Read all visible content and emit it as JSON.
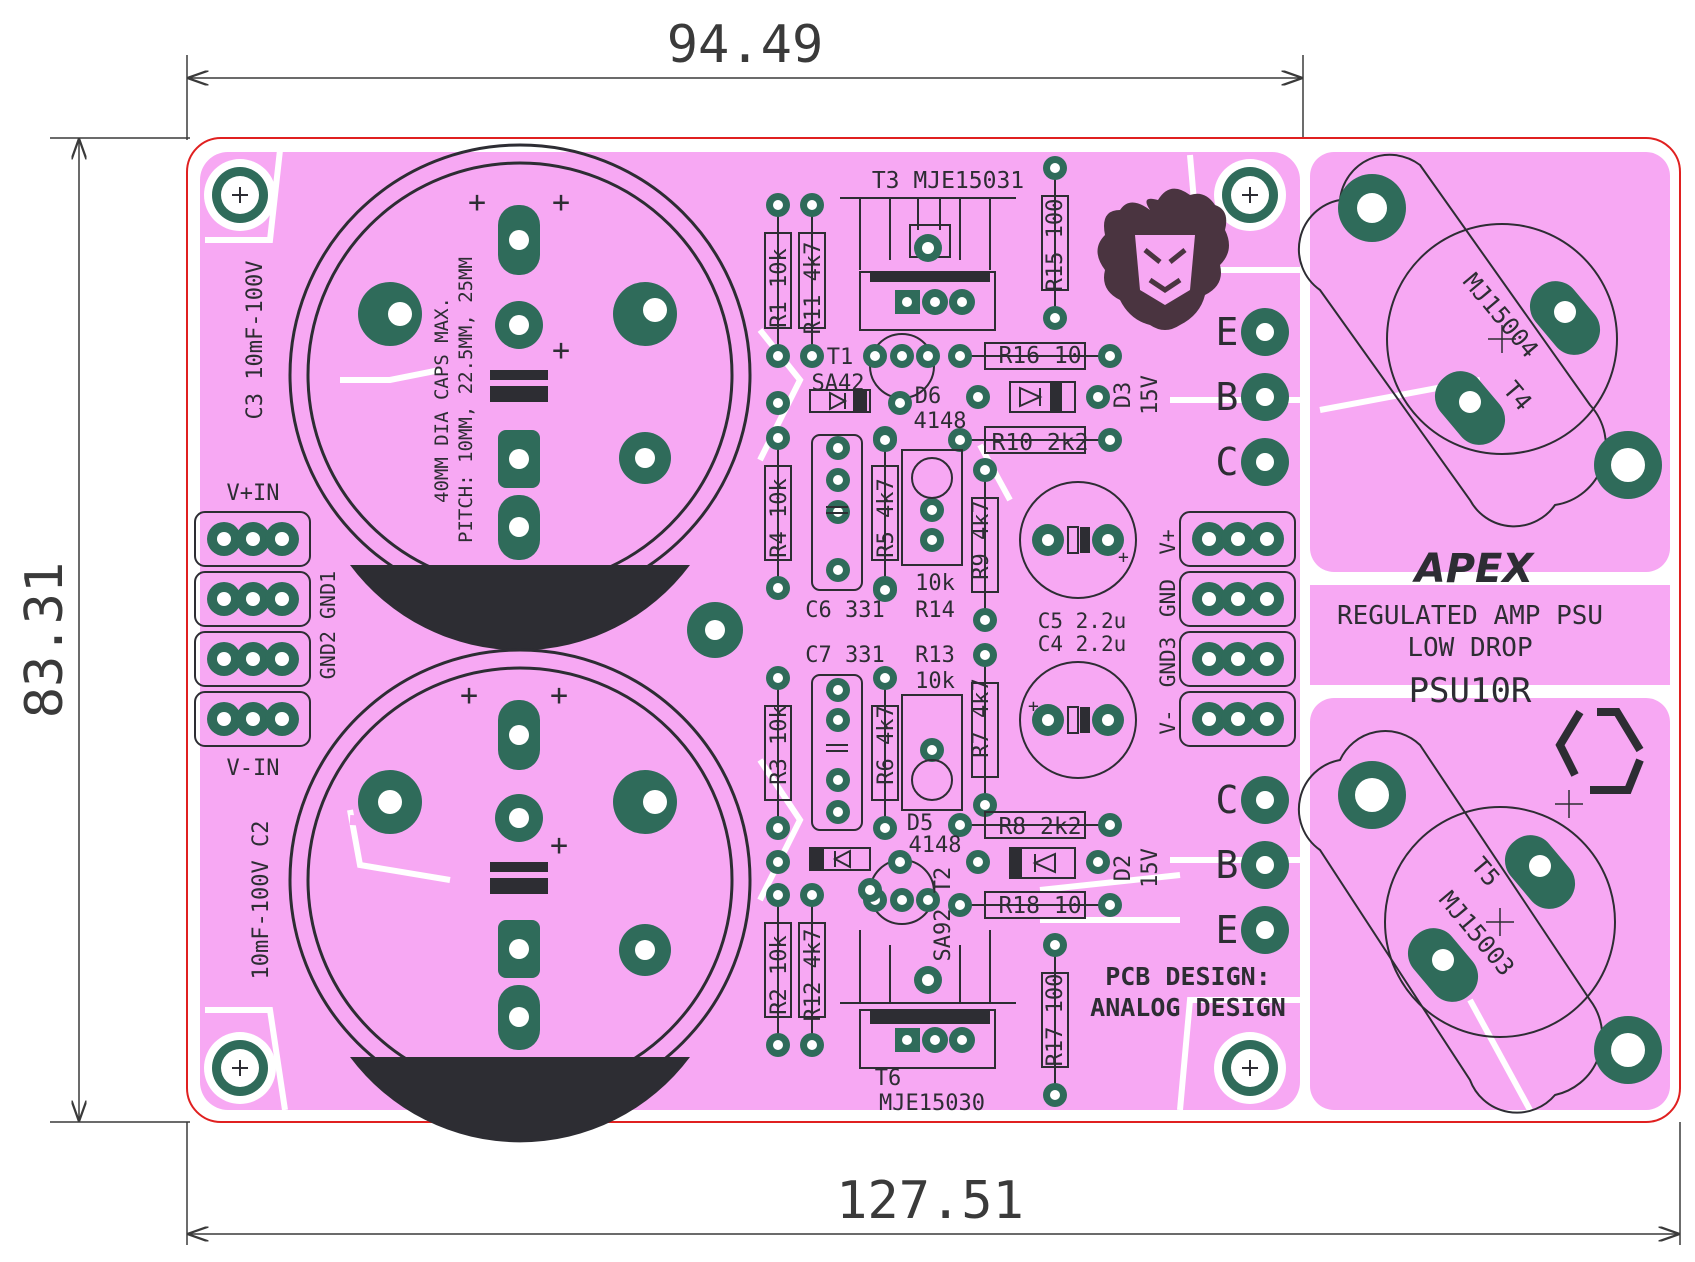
{
  "board": {
    "colors": {
      "background": "#ffffff",
      "copper": "#f7a8f3",
      "pad": "#2f6b5a",
      "silk": "#2d2d33",
      "edge": "#e02020",
      "dimension": "#3a3a3a"
    },
    "dimensions": {
      "top_width": "94.49",
      "bottom_width": "127.51",
      "height": "83.31"
    },
    "title": {
      "logo": "APEX",
      "line1": "REGULATED AMP PSU",
      "line2": "LOW DROP",
      "model": "PSU10R"
    },
    "credits": {
      "line1": "PCB DESIGN:",
      "line2": "ANALOG DESIGN"
    },
    "capacitors": {
      "c3": "C3 10mF-100V",
      "c2": "10mF-100V C2",
      "note1": "40MM DIA CAPS MAX.",
      "note2": "PITCH: 10MM, 22.5MM, 25MM"
    },
    "connectors": {
      "vin_pos": "V+IN",
      "vin_neg": "V-IN",
      "gnd": "GND2 GND1",
      "out_vpos": "V+",
      "out_gnd": "GND",
      "out_gnd3": "GND3",
      "out_vneg": "V-"
    },
    "transistor_pins": {
      "top": [
        "E",
        "B",
        "C"
      ],
      "bottom": [
        "C",
        "B",
        "E"
      ]
    },
    "components": {
      "r1": "R1 10k",
      "r11": "R11 4k7",
      "r15": "R15 100",
      "t3": "T3 MJE15031",
      "t1": "T1",
      "sa42": "SA42",
      "d6": "D6",
      "d6v": "4148",
      "r16": "R16 10",
      "r10": "R10 2k2",
      "d3": "D3",
      "d3v": "15V",
      "r4": "R4 10k",
      "r5": "R5 4k7",
      "r9": "R9 4k7",
      "c6": "C6 331",
      "r14a": "10k",
      "r14b": "R14",
      "c5": "C5 2.2u",
      "c4": "C4 2.2u",
      "c7": "C7 331",
      "r13a": "R13",
      "r13b": "10k",
      "r3": "R3 10k",
      "r6": "R6 4k7",
      "r7": "R7 4k7",
      "d5": "D5",
      "d5v": "4148",
      "r8": "R8 2k2",
      "d2": "D2",
      "d2v": "15V",
      "t2": "T2",
      "sa92": "SA92",
      "r18": "R18 10",
      "r2": "R2 10k",
      "r12": "R12 4k7",
      "r17": "R17 100",
      "t6": "T6",
      "t6v": "MJE15030",
      "t4": "T4",
      "t4v": "MJ15004",
      "t5": "T5",
      "t5v": "MJ15003"
    }
  }
}
